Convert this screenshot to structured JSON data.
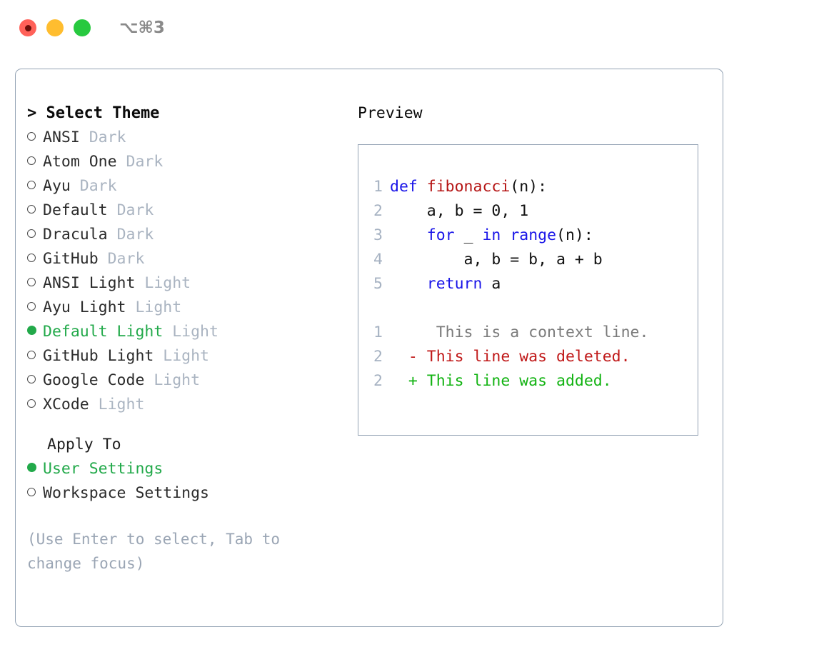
{
  "window": {
    "shortcut": "⌥⌘3",
    "traffic_lights": [
      {
        "name": "close",
        "color": "#ff6159"
      },
      {
        "name": "minimize",
        "color": "#ffbd2f"
      },
      {
        "name": "maximize",
        "color": "#27c93f"
      }
    ]
  },
  "theme_picker": {
    "header": "> Select Theme",
    "items": [
      {
        "name": "ANSI",
        "kind": "Dark",
        "selected": false
      },
      {
        "name": "Atom One",
        "kind": "Dark",
        "selected": false
      },
      {
        "name": "Ayu",
        "kind": "Dark",
        "selected": false
      },
      {
        "name": "Default",
        "kind": "Dark",
        "selected": false
      },
      {
        "name": "Dracula",
        "kind": "Dark",
        "selected": false
      },
      {
        "name": "GitHub",
        "kind": "Dark",
        "selected": false
      },
      {
        "name": "ANSI Light",
        "kind": "Light",
        "selected": false
      },
      {
        "name": "Ayu Light",
        "kind": "Light",
        "selected": false
      },
      {
        "name": "Default Light",
        "kind": "Light",
        "selected": true
      },
      {
        "name": "GitHub Light",
        "kind": "Light",
        "selected": false
      },
      {
        "name": "Google Code",
        "kind": "Light",
        "selected": false
      },
      {
        "name": "XCode",
        "kind": "Light",
        "selected": false
      }
    ]
  },
  "apply_to": {
    "label": "Apply To",
    "options": [
      {
        "name": "User Settings",
        "selected": true
      },
      {
        "name": "Workspace Settings",
        "selected": false
      }
    ]
  },
  "hint": "(Use Enter to select, Tab to change focus)",
  "preview": {
    "label": "Preview",
    "code_lines": [
      {
        "no": "1",
        "tokens": [
          {
            "t": "def ",
            "c": "kw"
          },
          {
            "t": "fibonacci",
            "c": "fn"
          },
          {
            "t": "(n):",
            "c": "plain"
          }
        ]
      },
      {
        "no": "2",
        "tokens": [
          {
            "t": "    a, b = 0, 1",
            "c": "plain"
          }
        ]
      },
      {
        "no": "3",
        "tokens": [
          {
            "t": "    ",
            "c": "plain"
          },
          {
            "t": "for",
            "c": "kw"
          },
          {
            "t": " _ ",
            "c": "plain"
          },
          {
            "t": "in",
            "c": "kw"
          },
          {
            "t": " ",
            "c": "plain"
          },
          {
            "t": "range",
            "c": "kw"
          },
          {
            "t": "(n):",
            "c": "plain"
          }
        ]
      },
      {
        "no": "4",
        "tokens": [
          {
            "t": "        a, b = b, a + b",
            "c": "plain"
          }
        ]
      },
      {
        "no": "5",
        "tokens": [
          {
            "t": "    ",
            "c": "plain"
          },
          {
            "t": "return",
            "c": "kw"
          },
          {
            "t": " a",
            "c": "plain"
          }
        ]
      }
    ],
    "diff_lines": [
      {
        "no": "1",
        "marker": " ",
        "text": "  This is a context line.",
        "kind": "ctx"
      },
      {
        "no": "2",
        "marker": "-",
        "text": " This line was deleted.",
        "kind": "del"
      },
      {
        "no": "2",
        "marker": "+",
        "text": " This line was added.",
        "kind": "add"
      }
    ]
  },
  "colors": {
    "accent_green": "#22a94a",
    "border": "#94a3b4",
    "muted": "#aab4c1",
    "keyword_blue": "#1a15e8",
    "function_red": "#b51414",
    "diff_delete": "#c01818",
    "diff_add": "#12b312"
  }
}
